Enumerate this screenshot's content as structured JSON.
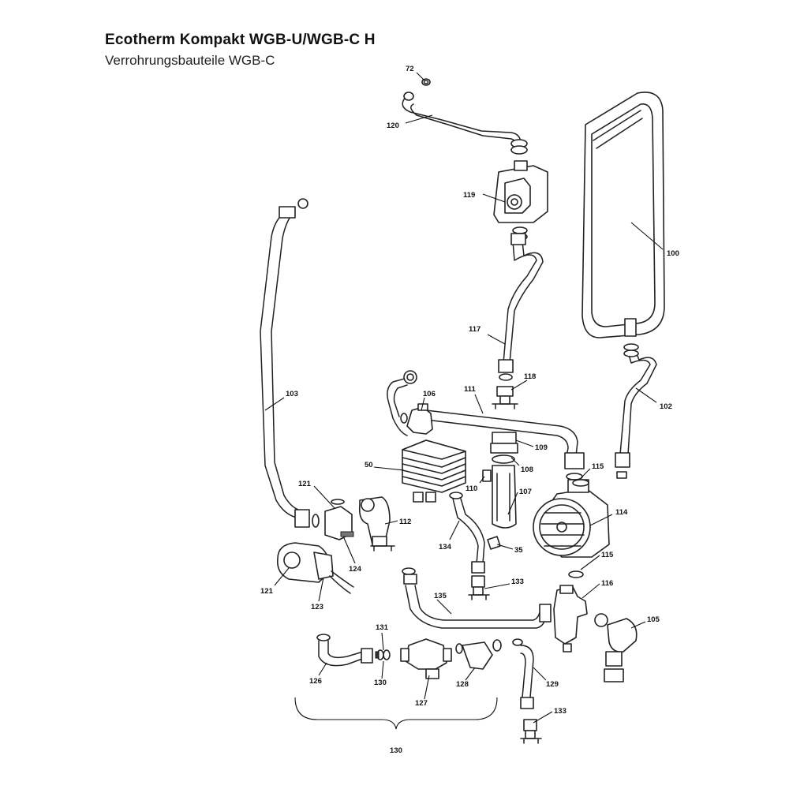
{
  "header": {
    "title": "Ecotherm Kompakt WGB-U/WGB-C H",
    "subtitle": "Verrohrungsbauteile WGB-C"
  },
  "parts": {
    "p72": "72",
    "p120": "120",
    "p119": "119",
    "p100": "100",
    "p103": "103",
    "p117": "117",
    "p118": "118",
    "p106": "106",
    "p111": "111",
    "p102": "102",
    "p109": "109",
    "p50": "50",
    "p108": "108",
    "p115a": "115",
    "p110": "110",
    "p107": "107",
    "p121a": "121",
    "p112": "112",
    "p114": "114",
    "p134": "134",
    "p35": "35",
    "p124": "124",
    "p115b": "115",
    "p133a": "133",
    "p121b": "121",
    "p116": "116",
    "p123": "123",
    "p135": "135",
    "p105": "105",
    "p131": "131",
    "p126": "126",
    "p130a": "130",
    "p127": "127",
    "p128": "128",
    "p129": "129",
    "p133b": "133",
    "p130b": "130"
  }
}
